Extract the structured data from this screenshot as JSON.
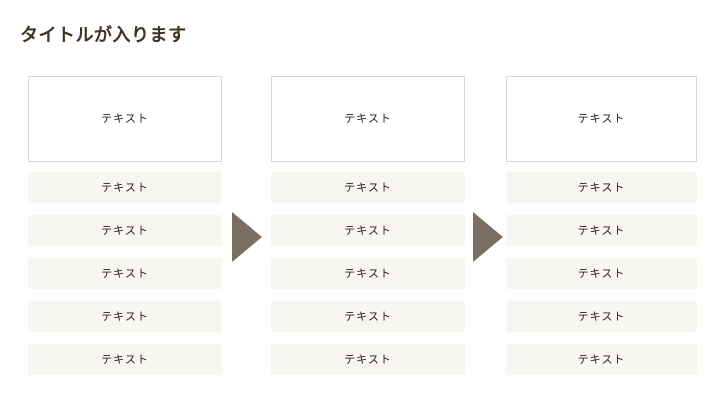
{
  "slide": {
    "title": "タイトルが入ります",
    "background_color": "#ffffff",
    "title_color": "#3d3327",
    "accent_color": "#786e62",
    "row_fill_color": "#f7f6f1",
    "card_border_color": "#dcd8cf",
    "text_color": "#2b2218"
  },
  "columns": [
    {
      "header": "テキスト",
      "rows": [
        {
          "label": "テキスト"
        },
        {
          "label": "テキスト"
        },
        {
          "label": "テキスト"
        },
        {
          "label": "テキスト"
        },
        {
          "label": "テキスト"
        }
      ]
    },
    {
      "header": "テキスト",
      "rows": [
        {
          "label": "テキスト"
        },
        {
          "label": "テキスト"
        },
        {
          "label": "テキスト"
        },
        {
          "label": "テキスト"
        },
        {
          "label": "テキスト"
        }
      ]
    },
    {
      "header": "テキスト",
      "rows": [
        {
          "label": "テキスト"
        },
        {
          "label": "テキスト"
        },
        {
          "label": "テキスト"
        },
        {
          "label": "テキスト"
        },
        {
          "label": "テキスト"
        }
      ]
    }
  ],
  "arrows": [
    {
      "name": "arrow-right-icon",
      "direction": "right"
    },
    {
      "name": "arrow-right-icon",
      "direction": "right"
    }
  ]
}
